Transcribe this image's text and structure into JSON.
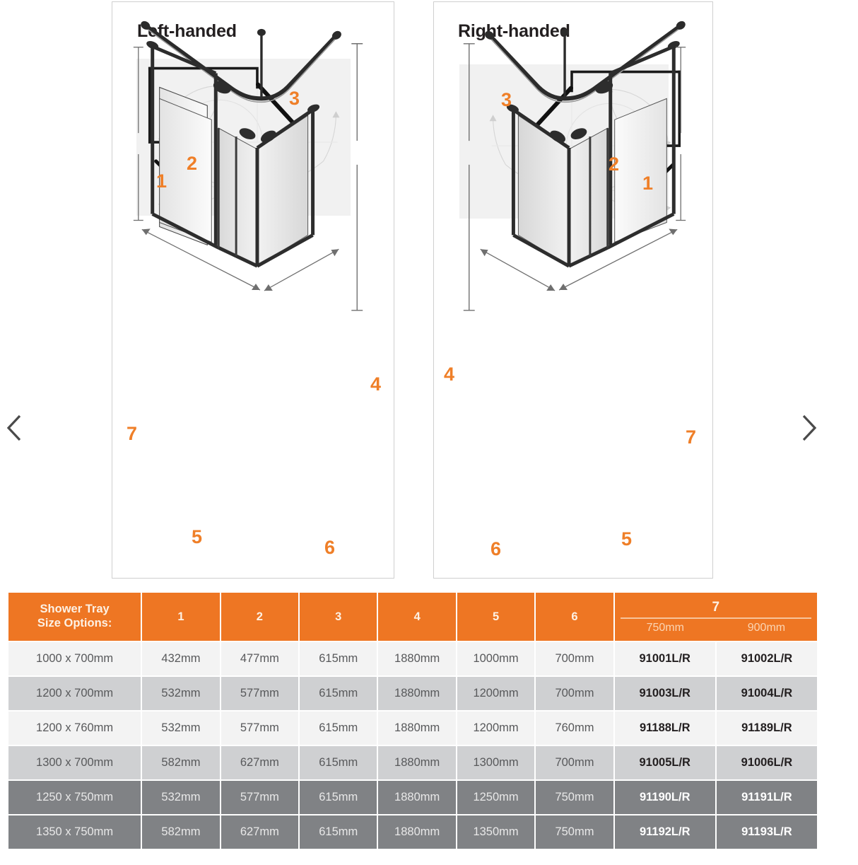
{
  "carousel": {
    "prev_label": "Previous",
    "next_label": "Next",
    "prev_icon": "chevron-left-icon",
    "next_icon": "chevron-right-icon"
  },
  "panels": [
    {
      "title": "Left-handed",
      "plan_callouts": [
        "1",
        "2",
        "3"
      ],
      "rail_callouts": [
        "4"
      ],
      "screen_callouts": [
        "7",
        "5",
        "6"
      ]
    },
    {
      "title": "Right-handed",
      "plan_callouts": [
        "3",
        "2",
        "1"
      ],
      "rail_callouts": [
        "4"
      ],
      "screen_callouts": [
        "7",
        "5",
        "6"
      ]
    }
  ],
  "colors": {
    "accent_orange": "#ee7623",
    "header_text": "#fdf1e4",
    "row_light": "#f3f3f3",
    "row_mid": "#cfd0d2",
    "row_dark": "#808285",
    "panel_border": "#cfcfcf",
    "plan_bg": "#f1f1f1",
    "arrow": "#4a4a4a"
  },
  "table": {
    "label_header": "Shower Tray\nSize Options:",
    "label_header_line1": "Shower Tray",
    "label_header_line2": "Size Options:",
    "columns": [
      "1",
      "2",
      "3",
      "4",
      "5",
      "6"
    ],
    "group_header": {
      "label": "7",
      "sub": [
        "750mm",
        "900mm"
      ]
    },
    "rows": [
      {
        "shade": "light",
        "size": "1000 x 700mm",
        "values": [
          "432mm",
          "477mm",
          "615mm",
          "1880mm",
          "1000mm",
          "700mm"
        ],
        "codes": [
          "91001L/R",
          "91002L/R"
        ]
      },
      {
        "shade": "mid",
        "size": "1200 x 700mm",
        "values": [
          "532mm",
          "577mm",
          "615mm",
          "1880mm",
          "1200mm",
          "700mm"
        ],
        "codes": [
          "91003L/R",
          "91004L/R"
        ]
      },
      {
        "shade": "light",
        "size": "1200 x 760mm",
        "values": [
          "532mm",
          "577mm",
          "615mm",
          "1880mm",
          "1200mm",
          "760mm"
        ],
        "codes": [
          "91188L/R",
          "91189L/R"
        ]
      },
      {
        "shade": "mid",
        "size": "1300 x 700mm",
        "values": [
          "582mm",
          "627mm",
          "615mm",
          "1880mm",
          "1300mm",
          "700mm"
        ],
        "codes": [
          "91005L/R",
          "91006L/R"
        ]
      },
      {
        "shade": "dark",
        "size": "1250 x 750mm",
        "values": [
          "532mm",
          "577mm",
          "615mm",
          "1880mm",
          "1250mm",
          "750mm"
        ],
        "codes": [
          "91190L/R",
          "91191L/R"
        ]
      },
      {
        "shade": "dark",
        "size": "1350 x 750mm",
        "values": [
          "582mm",
          "627mm",
          "615mm",
          "1880mm",
          "1350mm",
          "750mm"
        ],
        "codes": [
          "91192L/R",
          "91193L/R"
        ]
      }
    ]
  }
}
